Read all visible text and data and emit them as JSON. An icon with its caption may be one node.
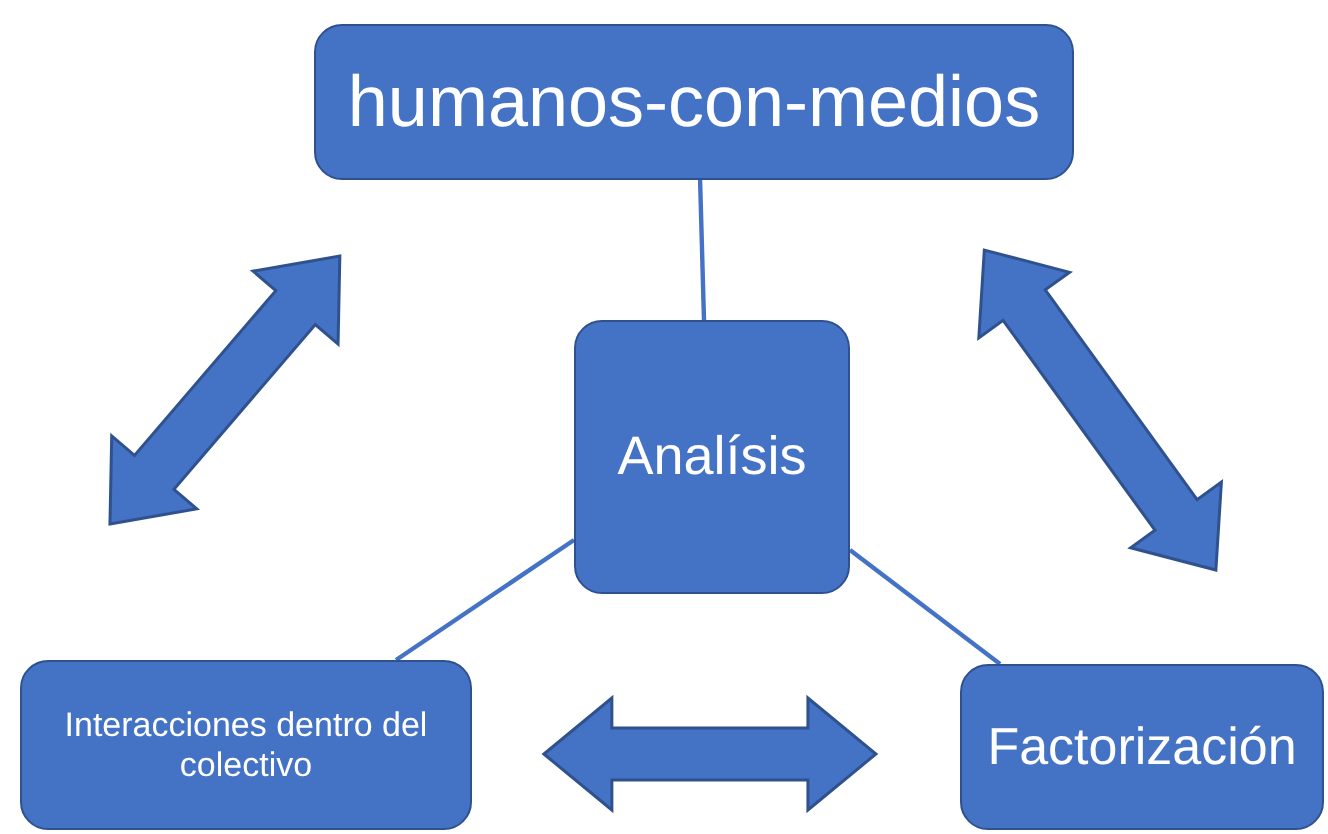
{
  "diagram": {
    "nodes": [
      {
        "text": [
          "humanos-con-medios"
        ]
      },
      {
        "text": [
          "Analísis"
        ]
      },
      {
        "text": [
          "Interacciones dentro del colectivo"
        ]
      },
      {
        "text": [
          "Factorización"
        ]
      }
    ],
    "edges": [
      {
        "from": 0,
        "to": 1,
        "arrow": "none"
      },
      {
        "from": 1,
        "to": 2,
        "arrow": "none"
      },
      {
        "from": 1,
        "to": 3,
        "arrow": "none"
      },
      {
        "from": 2,
        "to": 0,
        "arrow": "both",
        "style": "thick"
      },
      {
        "from": 0,
        "to": 3,
        "arrow": "both",
        "style": "thick"
      },
      {
        "from": 2,
        "to": 3,
        "arrow": "both",
        "style": "thick"
      }
    ]
  }
}
